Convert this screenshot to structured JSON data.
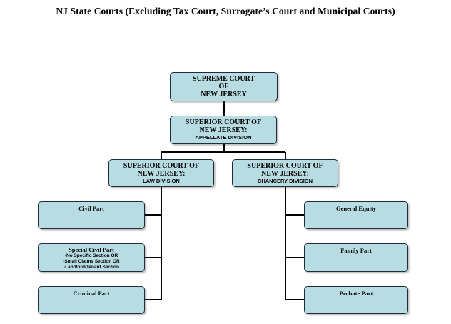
{
  "title": "NJ State Courts (Excluding Tax Court, Surrogate’s Court and Municipal Courts)",
  "nodes": {
    "supreme": {
      "l1": "SUPREME COURT",
      "l2": "OF",
      "l3": "NEW JERSEY"
    },
    "appellate": {
      "l1": "SUPERIOR COURT OF",
      "l2": "NEW JERSEY:",
      "sub": "APPELLATE DIVISION"
    },
    "law": {
      "l1": "SUPERIOR COURT OF",
      "l2": "NEW JERSEY:",
      "sub": "LAW DIVISION"
    },
    "chancery": {
      "l1": "SUPERIOR COURT OF",
      "l2": "NEW JERSEY:",
      "sub": "CHANCERY DIVISION"
    },
    "civil": {
      "label": "Civil Part"
    },
    "special_civil": {
      "label": "Special Civil Part",
      "notes": [
        "-No Specific Section OR",
        "-Small Claims Section OR",
        "-Landlord/Tenant Section"
      ]
    },
    "criminal": {
      "label": "Criminal Part"
    },
    "general_equity": {
      "label": "General Equity"
    },
    "family": {
      "label": "Family Part"
    },
    "probate": {
      "label": "Probate Part"
    }
  },
  "colors": {
    "box_fill": "#b7dde3",
    "box_border": "#1f2a3a",
    "connector": "#000000"
  }
}
